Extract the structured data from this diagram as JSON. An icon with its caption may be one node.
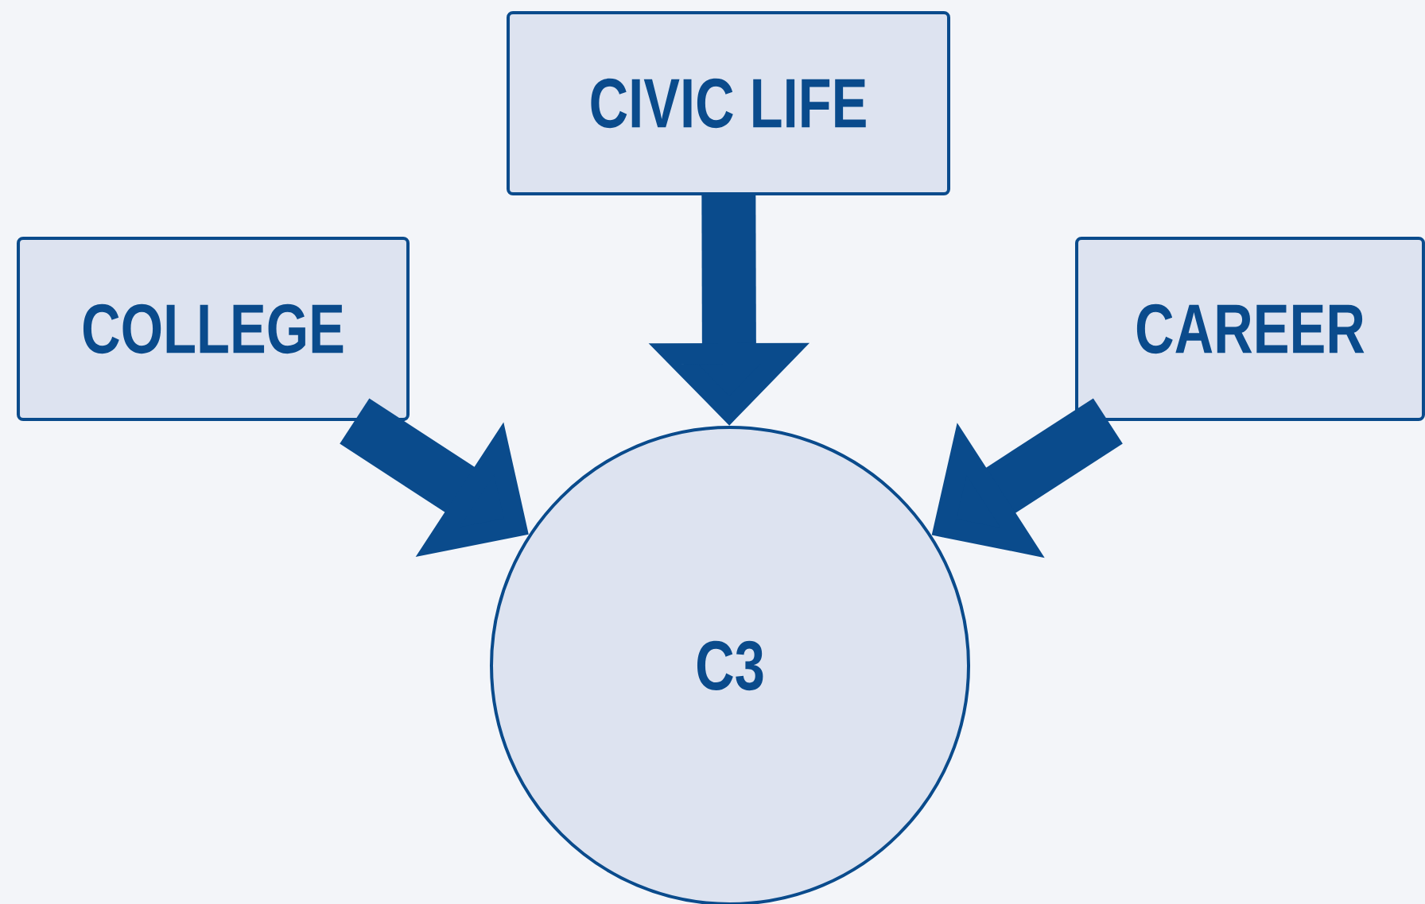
{
  "diagram": {
    "nodes": [
      {
        "text": [
          "CIVIC LIFE"
        ]
      },
      {
        "text": [
          "COLLEGE"
        ]
      },
      {
        "text": [
          "CAREER"
        ]
      },
      {
        "text": [
          "C3"
        ]
      }
    ],
    "edges": [
      {
        "from": 0,
        "to": 3,
        "arrow": "to"
      },
      {
        "from": 1,
        "to": 3,
        "arrow": "to"
      },
      {
        "from": 2,
        "to": 3,
        "arrow": "to"
      }
    ]
  }
}
